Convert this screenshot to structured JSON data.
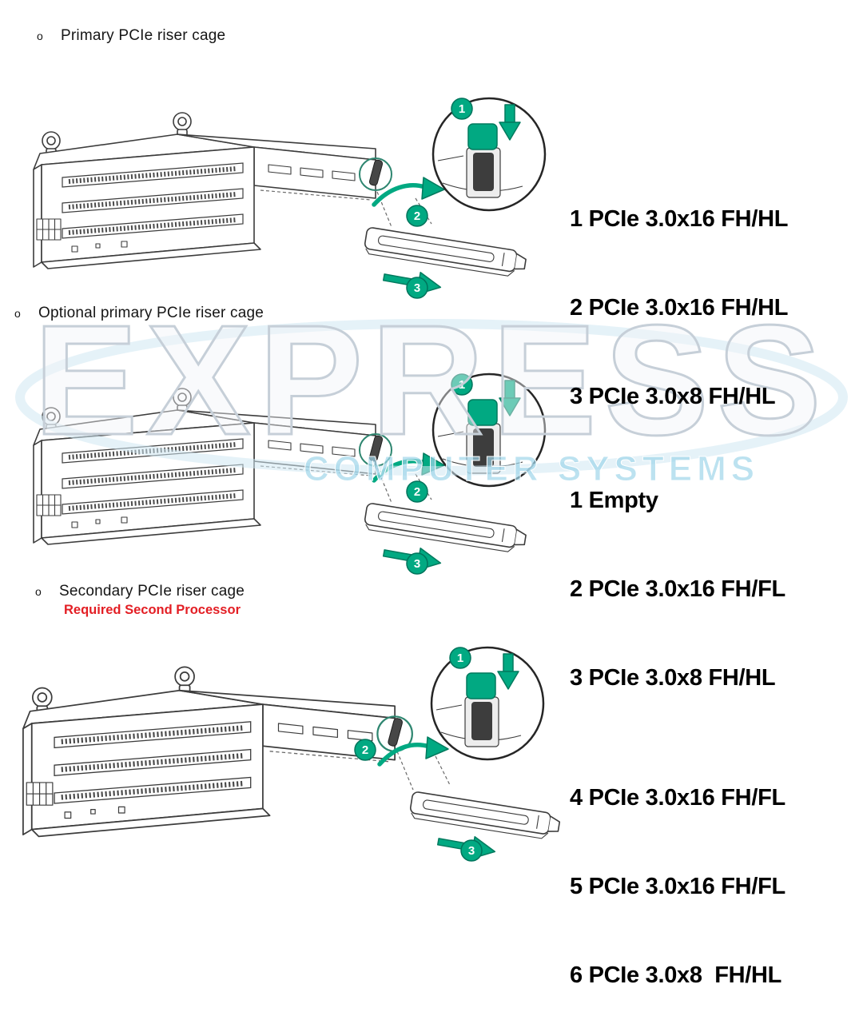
{
  "colors": {
    "accent_green": "#01A982",
    "accent_green_dark": "#007A5E",
    "heading_red": "#E31E24",
    "line_dark": "#3C3C3C",
    "watermark_gray": "#C6CFD8",
    "watermark_blue": "#9FD6E9"
  },
  "watermark": {
    "line1": "EXPRESS",
    "line2": "COMPUTER SYSTEMS"
  },
  "sections": [
    {
      "bullet": "o",
      "title": "Primary PCIe riser cage",
      "callouts": [
        "1",
        "2",
        "3"
      ],
      "slot_labels": [
        "1 PCIe 3.0x16 FH/HL",
        "2 PCIe 3.0x16 FH/HL",
        "3 PCIe 3.0x8 FH/HL"
      ]
    },
    {
      "bullet": "o",
      "title": "Optional primary PCIe riser cage",
      "callouts": [
        "1",
        "2",
        "3"
      ],
      "slot_labels": [
        "1 Empty",
        "2 PCIe 3.0x16 FH/FL",
        "3 PCIe 3.0x8 FH/HL"
      ]
    },
    {
      "bullet": "o",
      "title": "Secondary PCIe riser cage",
      "note": "Required Second Processor",
      "callouts": [
        "1",
        "2",
        "3"
      ],
      "slot_labels": [
        "4 PCIe 3.0x16 FH/FL",
        "5 PCIe 3.0x16 FH/FL",
        "6 PCIe 3.0x8  FH/HL"
      ]
    }
  ]
}
